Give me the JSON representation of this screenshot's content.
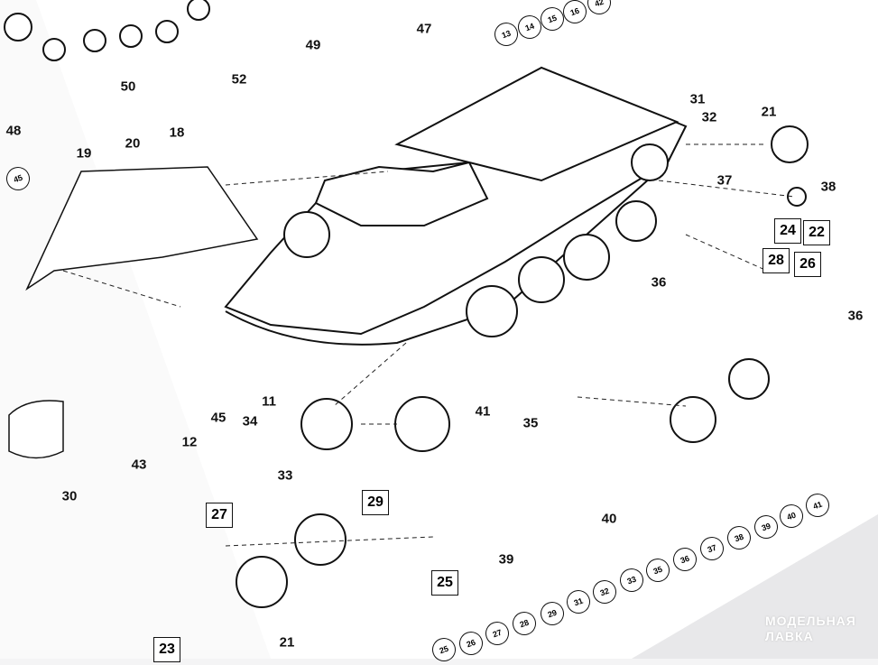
{
  "callouts": [
    "49",
    "47",
    "52",
    "50",
    "48",
    "31",
    "32",
    "21",
    "37",
    "38",
    "19",
    "20",
    "18",
    "45",
    "36",
    "36",
    "45",
    "34",
    "11",
    "12",
    "43",
    "30",
    "33",
    "41",
    "35",
    "40",
    "39",
    "21"
  ],
  "boxed_parts": [
    "24",
    "22",
    "28",
    "26",
    "27",
    "29",
    "25",
    "23"
  ],
  "top_circle_row": [
    "13",
    "14",
    "15",
    "16",
    "42"
  ],
  "bottom_circle_row": [
    "25",
    "26",
    "27",
    "28",
    "29",
    "31",
    "32",
    "33",
    "35",
    "36",
    "37",
    "38",
    "39",
    "40",
    "41"
  ],
  "watermark": {
    "line1": "МОДЕЛЬНАЯ",
    "line2": "ЛАВКА"
  },
  "colors": {
    "paper": "#ffffff",
    "ink": "#111111"
  }
}
